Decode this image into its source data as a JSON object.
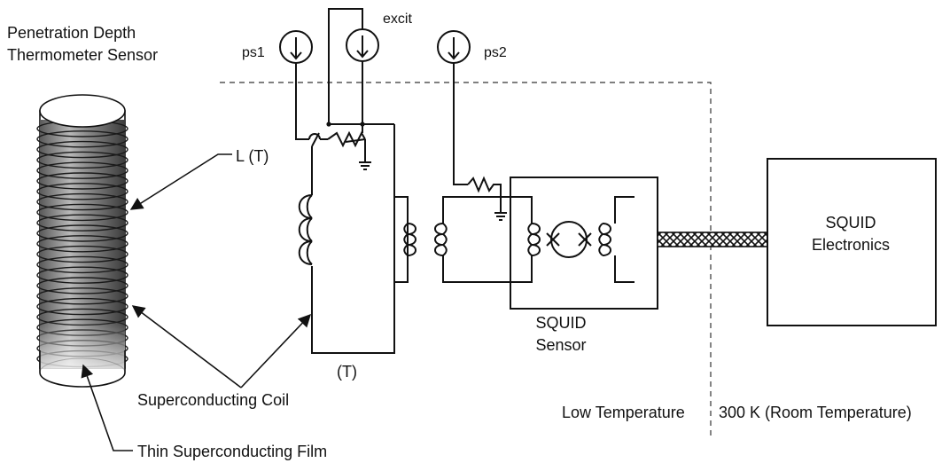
{
  "labels": {
    "sensor_title_line1": "Penetration Depth",
    "sensor_title_line2": "Thermometer Sensor",
    "inductance": "L (T)",
    "superconducting_coil": "Superconducting Coil",
    "thin_film": "Thin Superconducting Film",
    "ps1": "ps1",
    "excit": "excit",
    "ps2": "ps2",
    "temperature_tag": "(T)",
    "squid_sensor_line1": "SQUID",
    "squid_sensor_line2": "Sensor",
    "squid_electronics_line1": "SQUID",
    "squid_electronics_line2": "Electronics",
    "low_temperature": "Low Temperature",
    "room_temperature": "300 K (Room Temperature)"
  },
  "sources": [
    {
      "id": "ps1",
      "symbol": "current-source-down-arrow"
    },
    {
      "id": "excit",
      "symbol": "current-source-down-arrow"
    },
    {
      "id": "ps2",
      "symbol": "current-source-down-arrow"
    }
  ],
  "boundary": {
    "style": "dashed"
  }
}
